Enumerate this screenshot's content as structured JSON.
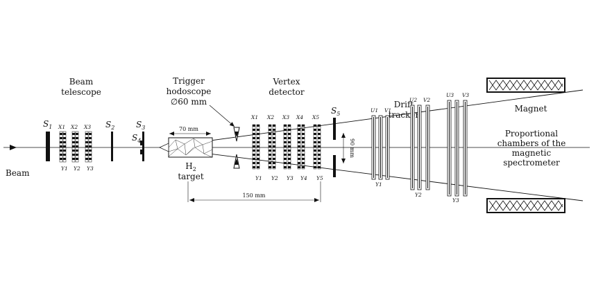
{
  "labels": {
    "beam_telescope_1": "Beam",
    "beam_telescope_2": "telescope",
    "trigger_1": "Trigger",
    "trigger_2": "hodoscope",
    "trigger_3": "∅60 mm",
    "vertex_1": "Vertex",
    "vertex_2": "detector",
    "drift_1": "Drift",
    "drift_2": "tracker",
    "magnet": "Magnet",
    "prop_1": "Proportional",
    "prop_2": "chambers of the",
    "prop_3": "magnetic",
    "prop_4": "spectrometer",
    "beam": "Beam",
    "target_1": "H",
    "target_1_sub": "2",
    "target_2": "target"
  },
  "scintillators": {
    "s1": "S",
    "s1_sub": "1",
    "s2": "S",
    "s2_sub": "2",
    "s3": "S",
    "s3_sub": "3",
    "s4": "S",
    "s4_sub": "4",
    "s5": "S",
    "s5_sub": "5"
  },
  "dimensions": {
    "target_length": "70 mm",
    "vertex_span": "150 mm",
    "aperture": "90 mm"
  },
  "telescope_planes": {
    "x": [
      "X1",
      "X2",
      "X3"
    ],
    "y": [
      "Y1",
      "Y2",
      "Y3"
    ]
  },
  "vertex_planes": {
    "x": [
      "X1",
      "X2",
      "X3",
      "X4",
      "X5"
    ],
    "y": [
      "Y1",
      "Y2",
      "Y3",
      "Y4",
      "Y5"
    ]
  },
  "drift_planes": {
    "top": [
      "U1",
      "V1",
      "U2",
      "V2",
      "U3",
      "V3"
    ],
    "bottom": [
      "Y1",
      "Y2",
      "Y3"
    ]
  }
}
